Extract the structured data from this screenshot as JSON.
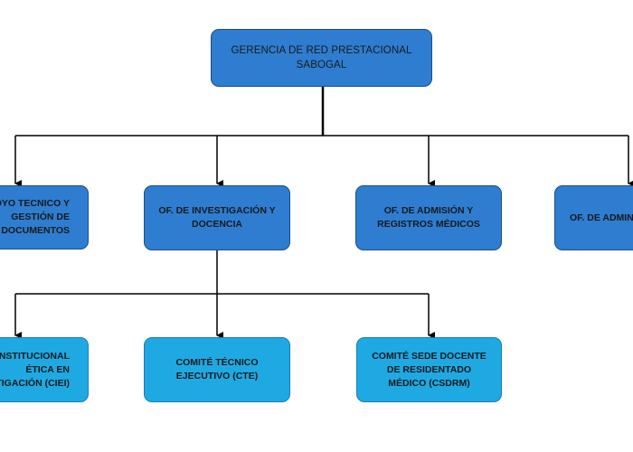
{
  "diagram": {
    "root": {
      "line1": "GERENCIA DE RED PRESTACIONAL",
      "line2": "SABOGAL"
    },
    "level1": [
      {
        "lines": [
          "APOYO TECNICO Y",
          "GESTIÓN DE",
          "DOCUMENTOS"
        ]
      },
      {
        "lines": [
          "OF. DE INVESTIGACIÓN Y",
          "DOCENCIA"
        ]
      },
      {
        "lines": [
          "OF. DE ADMISIÓN Y",
          "REGISTROS MÉDICOS"
        ]
      },
      {
        "lines": [
          "OF. DE ADMINISTRACIÓN"
        ]
      }
    ],
    "level2": [
      {
        "lines": [
          "COMITÉ INSTITUCIONAL",
          "ÉTICA EN",
          "INVESTIGACIÓN (CIEI)"
        ]
      },
      {
        "lines": [
          "COMITÉ TÉCNICO",
          "EJECUTIVO (CTE)"
        ]
      },
      {
        "lines": [
          "COMITÉ SEDE DOCENTE",
          "DE RESIDENTADO",
          "MÉDICO (CSDRM)"
        ]
      }
    ]
  },
  "colors": {
    "level1_fill": "#2e7dd0",
    "level2_fill": "#1fa9e3",
    "connector": "#000000"
  }
}
